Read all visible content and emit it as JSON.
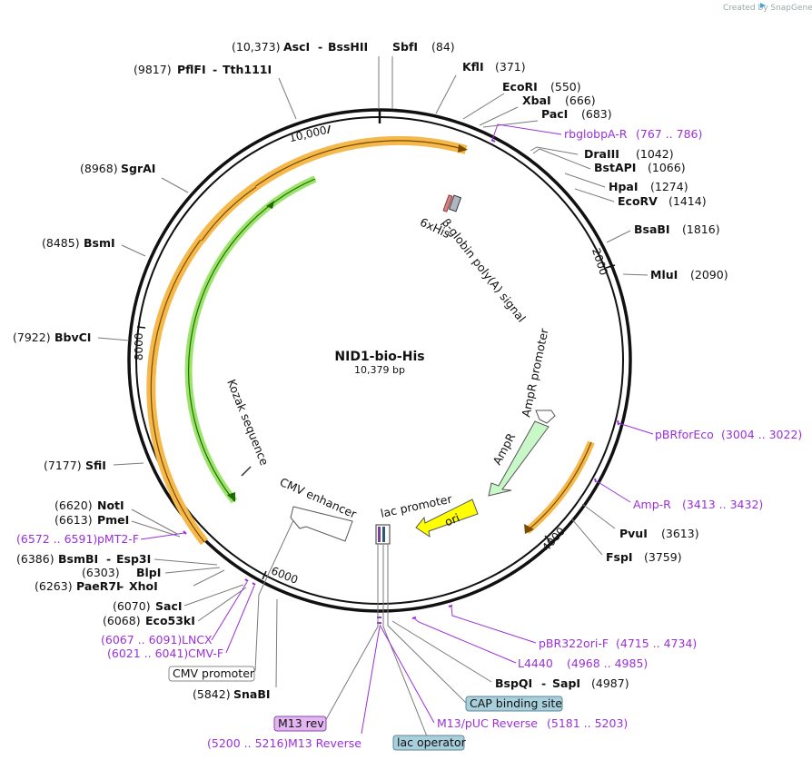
{
  "credit": "Created by SnapGene",
  "title": "NID1-bio-His",
  "subtitle": "10,379 bp",
  "ticks": [
    "10,000",
    "2000",
    "4000",
    "6000",
    "8000"
  ],
  "enzymes": [
    {
      "pos": "(10,373)",
      "name": "AscI",
      "name2": "BssHII"
    },
    {
      "pos": "(84)",
      "name": "SbfI"
    },
    {
      "pos": "(9817)",
      "name": "PflFI",
      "name2": "Tth111I"
    },
    {
      "pos": "(371)",
      "name": "KflI"
    },
    {
      "pos": "(550)",
      "name": "EcoRI"
    },
    {
      "pos": "(666)",
      "name": "XbaI"
    },
    {
      "pos": "(683)",
      "name": "PacI"
    },
    {
      "pos": "(1042)",
      "name": "DraIII"
    },
    {
      "pos": "(1066)",
      "name": "BstAPI"
    },
    {
      "pos": "(1274)",
      "name": "HpaI"
    },
    {
      "pos": "(1414)",
      "name": "EcoRV"
    },
    {
      "pos": "(1816)",
      "name": "BsaBI"
    },
    {
      "pos": "(2090)",
      "name": "MluI"
    },
    {
      "pos": "(8968)",
      "name": "SgrAI"
    },
    {
      "pos": "(8485)",
      "name": "BsmI"
    },
    {
      "pos": "(7922)",
      "name": "BbvCI"
    },
    {
      "pos": "(7177)",
      "name": "SfiI"
    },
    {
      "pos": "(6620)",
      "name": "NotI"
    },
    {
      "pos": "(6613)",
      "name": "PmeI"
    },
    {
      "pos": "(6386)",
      "name": "BsmBI",
      "name2": "Esp3I"
    },
    {
      "pos": "(6303)",
      "name": "BlpI"
    },
    {
      "pos": "(6263)",
      "name": "PaeR7I",
      "name2": "XhoI"
    },
    {
      "pos": "(6070)",
      "name": "SacI"
    },
    {
      "pos": "(6068)",
      "name": "Eco53kI"
    },
    {
      "pos": "(5842)",
      "name": "SnaBI"
    },
    {
      "pos": "(3613)",
      "name": "PvuI"
    },
    {
      "pos": "(3759)",
      "name": "FspI"
    },
    {
      "pos": "(4987)",
      "name": "BspQI",
      "name2": "SapI"
    }
  ],
  "primers": [
    {
      "name": "rbglobpA-R",
      "range": "(767 .. 786)"
    },
    {
      "name": "pBRforEco",
      "range": "(3004 .. 3022)"
    },
    {
      "name": "Amp-R",
      "range": "(3413 .. 3432)"
    },
    {
      "name": "pBR322ori-F",
      "range": "(4715 .. 4734)"
    },
    {
      "name": "L4440",
      "range": "(4968 .. 4985)"
    },
    {
      "name": "M13/pUC Reverse",
      "range": "(5181 .. 5203)"
    },
    {
      "name": "M13 Reverse",
      "range": "(5200 .. 5216)"
    },
    {
      "name": "pMT2-F",
      "range": "(6572 .. 6591)"
    },
    {
      "name": "LNCX",
      "range": "(6067 .. 6091)"
    },
    {
      "name": "CMV-F",
      "range": "(6021 .. 6041)"
    },
    {
      "name": "M13 rev"
    }
  ],
  "features": {
    "sixhis": "6xHis",
    "bglobin": "β-globin poly(A) signal",
    "ampr_promoter": "AmpR promoter",
    "ampr": "AmpR",
    "ori": "ori",
    "lac_promoter": "lac promoter",
    "cmv_enhancer": "CMV enhancer",
    "kozak": "Kozak sequence",
    "cmv_promoter": "CMV promoter",
    "cap_site": "CAP binding site",
    "lac_operator": "lac operator"
  },
  "colors": {
    "primer": "#9b30d9",
    "orange_feature": "#f5b84a",
    "green_feature": "#9be36b",
    "ampr_fill": "#c8f7c8",
    "ori_fill": "#ffff00",
    "box_fill": "#a9cfdc",
    "m13_fill": "#e3b6f2"
  }
}
